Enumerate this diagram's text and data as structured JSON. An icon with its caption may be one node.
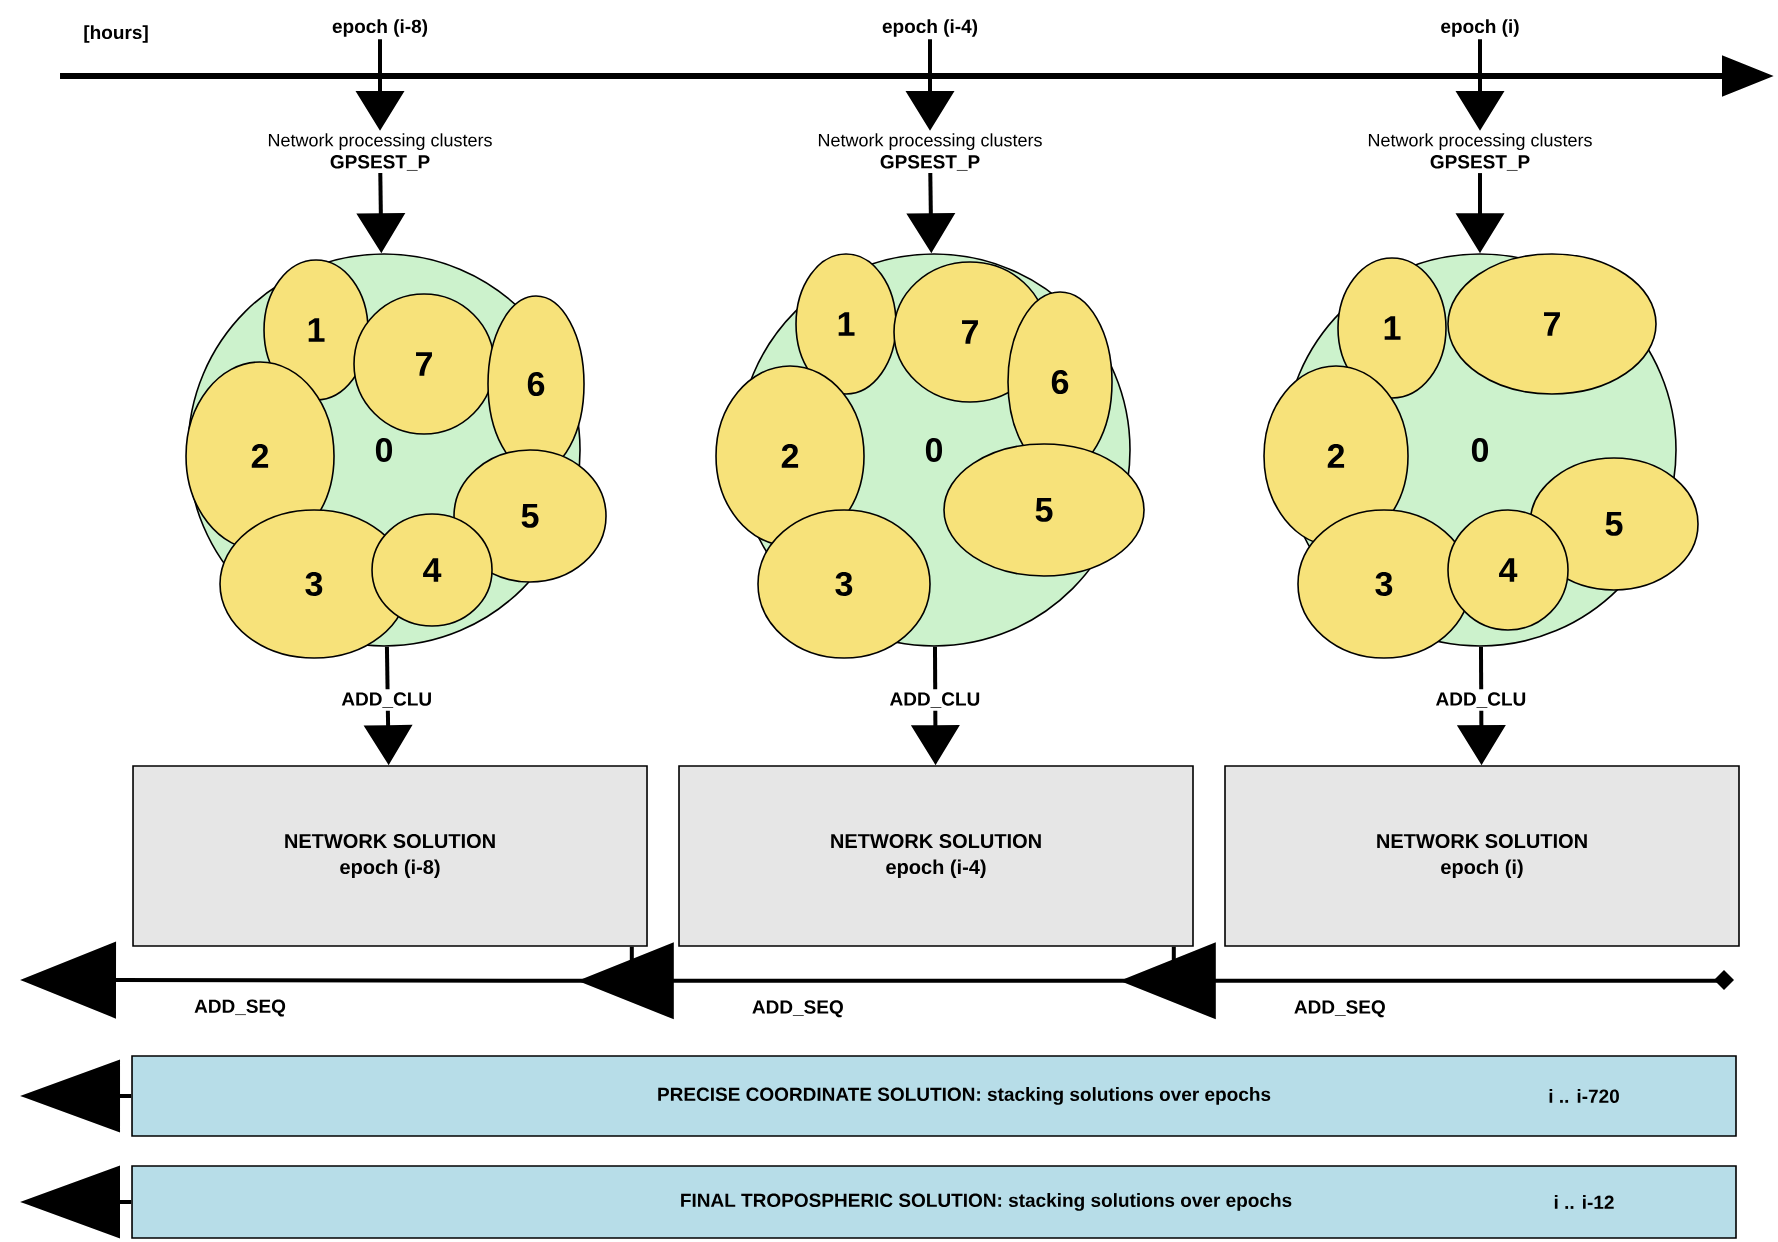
{
  "diagram": {
    "nodes": [
      {
        "text": [
          "epoch (i-8)"
        ]
      },
      {
        "text": [
          "epoch (i-4)"
        ]
      },
      {
        "text": [
          "epoch (i)"
        ]
      },
      {
        "text": [
          "Network processing clusters",
          "GPSEST_P"
        ]
      },
      {
        "text": [
          "Network processing clusters",
          "GPSEST_P"
        ]
      },
      {
        "text": [
          "Network processing clusters",
          "GPSEST_P"
        ]
      },
      {
        "text": [
          "0"
        ]
      },
      {
        "text": [
          "1"
        ],
        "in": 6
      },
      {
        "text": [
          "7"
        ],
        "in": 6
      },
      {
        "text": [
          "6"
        ],
        "in": 6
      },
      {
        "text": [
          "2"
        ],
        "in": 6
      },
      {
        "text": [
          "5"
        ],
        "in": 6
      },
      {
        "text": [
          "3"
        ],
        "in": 6
      },
      {
        "text": [
          "4"
        ],
        "in": 6
      },
      {
        "text": [
          "0"
        ]
      },
      {
        "text": [
          "1"
        ],
        "in": 14
      },
      {
        "text": [
          "7"
        ],
        "in": 14
      },
      {
        "text": [
          "6"
        ],
        "in": 14
      },
      {
        "text": [
          "2"
        ],
        "in": 14
      },
      {
        "text": [
          "5"
        ],
        "in": 14
      },
      {
        "text": [
          "3"
        ],
        "in": 14
      },
      {
        "text": [
          "0"
        ]
      },
      {
        "text": [
          "1"
        ],
        "in": 21
      },
      {
        "text": [
          "7"
        ],
        "in": 21
      },
      {
        "text": [
          "2"
        ],
        "in": 21
      },
      {
        "text": [
          "5"
        ],
        "in": 21
      },
      {
        "text": [
          "3"
        ],
        "in": 21
      },
      {
        "text": [
          "4"
        ],
        "in": 21
      },
      {
        "text": [
          "NETWORK SOLUTION",
          "epoch (i-8)"
        ]
      },
      {
        "text": [
          "NETWORK SOLUTION",
          "epoch (i-4)"
        ]
      },
      {
        "text": [
          "NETWORK SOLUTION",
          "epoch (i)"
        ]
      },
      {
        "text": [
          "PRECISE COORDINATE SOLUTION: stacking solutions over epochs",
          "i .. i-720"
        ]
      },
      {
        "text": [
          "FINAL TROPOSPHERIC SOLUTION: stacking solutions over epochs",
          "i .. i-12"
        ]
      }
    ],
    "edges": [
      {
        "from": 0,
        "to": 3,
        "arrow": "to"
      },
      {
        "from": 1,
        "to": 4,
        "arrow": "to"
      },
      {
        "from": 2,
        "to": 5,
        "arrow": "to"
      },
      {
        "from": 3,
        "to": 6,
        "arrow": "to"
      },
      {
        "from": 4,
        "to": 14,
        "arrow": "to"
      },
      {
        "from": 5,
        "to": 21,
        "arrow": "to"
      },
      {
        "from": 6,
        "to": 28,
        "arrow": "to",
        "label": "ADD_CLU"
      },
      {
        "from": 14,
        "to": 29,
        "arrow": "to",
        "label": "ADD_CLU"
      },
      {
        "from": 21,
        "to": 30,
        "arrow": "to",
        "label": "ADD_CLU"
      },
      {
        "from": 30,
        "to": 29,
        "arrow": "to",
        "label": "ADD_SEQ"
      },
      {
        "from": 29,
        "to": 28,
        "arrow": "to",
        "label": "ADD_SEQ"
      },
      {
        "from": 28,
        "to": null,
        "arrow": "to",
        "label": "ADD_SEQ"
      },
      {
        "from": 31,
        "to": null,
        "arrow": "to"
      },
      {
        "from": 32,
        "to": null,
        "arrow": "to"
      }
    ],
    "labels": [
      "[hours]"
    ]
  }
}
